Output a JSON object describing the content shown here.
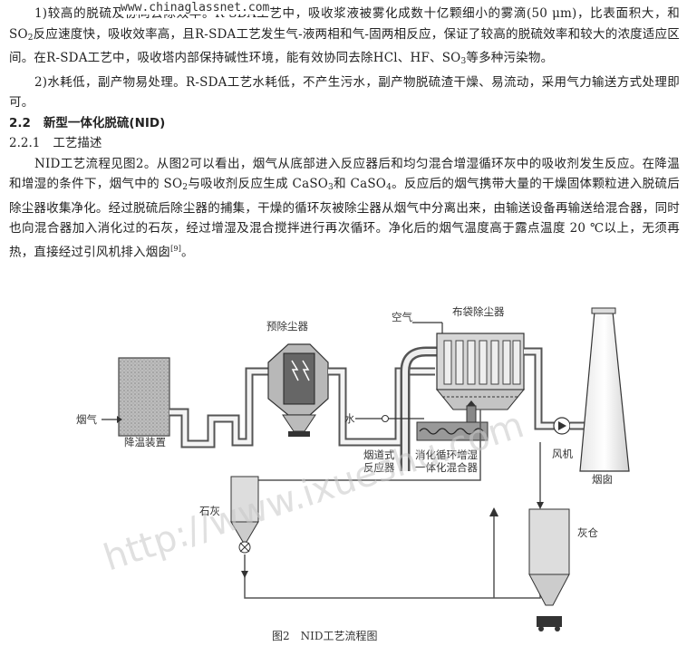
{
  "paragraphs": {
    "p1_a": "1)较高的脱硫及协同去除效率。R-SDA工艺中，吸收浆液被雾化成数十亿颗细小的雾滴(50 μm)，比表面积大，和 SO",
    "p1_b": "反应速度快，吸收效率高，且R-SDA工艺发生气-液两相和气-固两相反应，保证了较高的脱硫效率和较大的浓度适应区间。在R-SDA工艺中，吸收塔内部保持碱性环境，能有效协同去除HCl、HF、SO",
    "p1_c": "等多种污染物。",
    "p2": "2)水耗低，副产物易处理。R-SDA工艺水耗低，不产生污水，副产物脱硫渣干燥、易流动，采用气力输送方式处理即可。",
    "p3_a": "NID工艺流程见图2。从图2可以看出，烟气从底部进入反应器后和均匀混合增湿循环灰中的吸收剂发生反应。在降温和增湿的条件下，烟气中的 SO",
    "p3_b": "与吸收剂反应生成 CaSO",
    "p3_c": "和 CaSO",
    "p3_d": "。反应后的烟气携带大量的干燥固体颗粒进入脱硫后除尘器收集净化。经过脱硫后除尘器的捕集，干燥的循环灰被除尘器从烟气中分离出来，由输送设备再输送给混合器，同时也向混合器加入消化过的石灰，经过增湿及混合搅拌进行再次循环。净化后的烟气温度高于露点温度 20 ℃以上，无须再热，直接经过引风机排入烟囱",
    "p3_ref": "[9]",
    "p3_end": "。",
    "sub2": "2",
    "sub3": "3",
    "sub4": "4"
  },
  "headings": {
    "h2_num": "2.2",
    "h2_text": "新型一体化脱硫(NID)",
    "h3_num": "2.2.1",
    "h3_text": "工艺描述"
  },
  "watermarks": {
    "top": "www.chinaglassnet.com",
    "main": "http://www.ixueshu.com"
  },
  "diagram": {
    "labels": {
      "flue_gas": "烟气",
      "cooling": "降温装置",
      "pre_duster": "预除尘器",
      "water": "水",
      "air": "空气",
      "bag_filter": "布袋除尘器",
      "duct_reactor_1": "烟道式",
      "duct_reactor_2": "反应器",
      "mixer_1": "消化循环增湿",
      "mixer_2": "一体化混合器",
      "fan": "风机",
      "chimney": "烟囱",
      "lime": "石灰",
      "ash_silo": "灰仓"
    },
    "caption": "图2　NID工艺流程图",
    "colors": {
      "pipe": "#555555",
      "pipe_fill": "#f4f4f4",
      "equipment": "#cfcfcf"
    }
  }
}
